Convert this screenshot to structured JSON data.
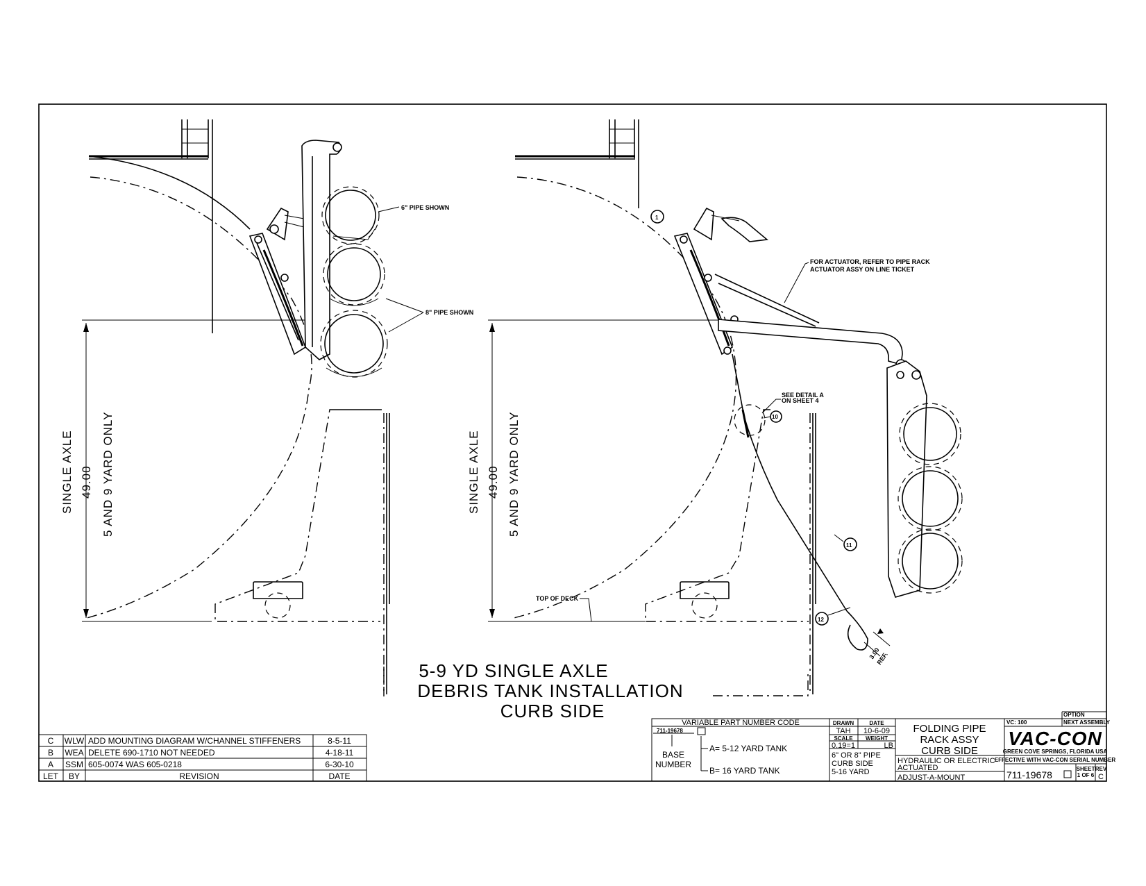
{
  "notes": {
    "pipe6": "6\" PIPE SHOWN",
    "pipe8": "8\" PIPE SHOWN",
    "actuator_line1": "FOR ACTUATOR, REFER TO PIPE RACK",
    "actuator_line2": "ACTUATOR ASSY ON LINE TICKET",
    "detail_line1": "SEE DETAIL A",
    "detail_line2": "ON SHEET 4",
    "top_of_deck": "TOP OF DECK",
    "ref_value": "3.00",
    "ref_label": "REF."
  },
  "balloons": [
    "1",
    "10",
    "11",
    "12"
  ],
  "dimensions": {
    "axle_label": "SINGLE AXLE",
    "value": "49.00",
    "yard_label": "5 AND 9 YARD ONLY"
  },
  "drawing_title": {
    "line1": "5-9 YD SINGLE AXLE",
    "line2": "DEBRIS TANK INSTALLATION",
    "line3": "CURB SIDE"
  },
  "revisions": {
    "rows": [
      {
        "let": "C",
        "by": "WLW",
        "desc": "ADD MOUNTING DIAGRAM W/CHANNEL STIFFENERS",
        "date": "8-5-11"
      },
      {
        "let": "B",
        "by": "WEA",
        "desc": "DELETE 690-1710 NOT NEEDED",
        "date": "4-18-11"
      },
      {
        "let": "A",
        "by": "SSM",
        "desc": "605-0074 WAS 605-0218",
        "date": "6-30-10"
      }
    ],
    "header": {
      "let": "LET",
      "by": "BY",
      "desc": "REVISION",
      "date": "DATE"
    }
  },
  "variable_part": {
    "heading": "VARIABLE PART NUMBER CODE",
    "base_code": "711-19678",
    "base_label_1": "BASE",
    "base_label_2": "NUMBER",
    "option_a": "A=   5-12 YARD TANK",
    "option_b": "B=   16 YARD TANK"
  },
  "title_block": {
    "drawn_label": "DRAWN",
    "drawn_value": "TAH",
    "date_label": "DATE",
    "date_value": "10-6-09",
    "scale_label": "SCALE",
    "scale_value": "0.19=1",
    "weight_label": "WEIGHT",
    "weight_unit": "LB",
    "desc_1": "6\" OR 8\" PIPE",
    "desc_2": "CURB SIDE",
    "desc_3": "5-16 YARD",
    "part_title_1": "FOLDING PIPE",
    "part_title_2": "RACK ASSY",
    "part_title_3": "CURB SIDE",
    "sub_1": "HYDRAULIC OR ELECTRIC",
    "sub_2": "ACTUATED",
    "sub_3": "ADJUST-A-MOUNT",
    "option_label": "OPTION",
    "next_assembly_label": "NEXT ASSEMBLY",
    "vc_label": "VC: 100",
    "logo": "VAC-CON",
    "location": "GREEN COVE SPRINGS, FLORIDA USA",
    "effective": "EFFECTIVE WITH VAC-CON SERIAL NUMBER",
    "part_number": "711-19678",
    "sheet_label": "SHEET",
    "sheet_value": "1 OF 6",
    "rev_label": "REV",
    "rev_value": "C"
  }
}
